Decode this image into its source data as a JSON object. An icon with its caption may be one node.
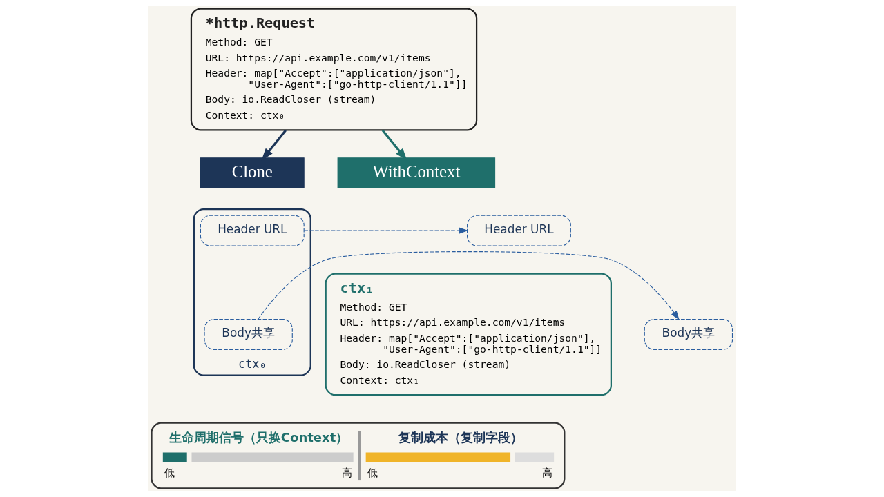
{
  "diagram": {
    "nodes": [
      {
        "text": [
          "*http.Request",
          "Method: GET",
          "URL: https://api.example.com/v1/items",
          "Header: map[\"Accept\":[\"application/json\"], \"User-Agent\":[\"go-http-client/1.1\"]]",
          "Body: io.ReadCloser (stream)",
          "Context: ctx₀"
        ]
      },
      {
        "text": [
          "WithContext"
        ]
      },
      {
        "text": [
          "ctx₁",
          "Method: GET",
          "URL: https://api.example.com/v1/items",
          "Header: map[\"Accept\":[\"application/json\"], \"User-Agent\":[\"go-http-client/1.1\"]]",
          "Body: io.ReadCloser (stream)",
          "Context: ctx₁"
        ]
      },
      {
        "text": [
          "Clone"
        ]
      },
      {
        "text": [
          "ctx₀"
        ]
      },
      {
        "text": [
          "Header URL"
        ],
        "in": 4
      },
      {
        "text": [
          "Body共享"
        ],
        "in": 4
      },
      {
        "text": [
          "Header URL"
        ]
      },
      {
        "text": [
          "Body共享"
        ]
      },
      {
        "text": [
          "生命周期信号（只换Context）",
          "低",
          "高",
          "复制成本（复制字段）",
          "低",
          "高"
        ]
      }
    ],
    "edges": [
      {
        "from": 0,
        "to": 1,
        "arrow": "to",
        "style": "thick",
        "color": "#1f6f6b"
      },
      {
        "from": 0,
        "to": 3,
        "arrow": "to",
        "style": "thick",
        "color": "#1d3557"
      },
      {
        "from": 5,
        "to": 7,
        "arrow": "to",
        "style": "dashed",
        "color": "#2a5d9f"
      },
      {
        "from": 6,
        "to": 8,
        "arrow": "to",
        "style": "dashed",
        "color": "#2a5d9f"
      }
    ]
  }
}
